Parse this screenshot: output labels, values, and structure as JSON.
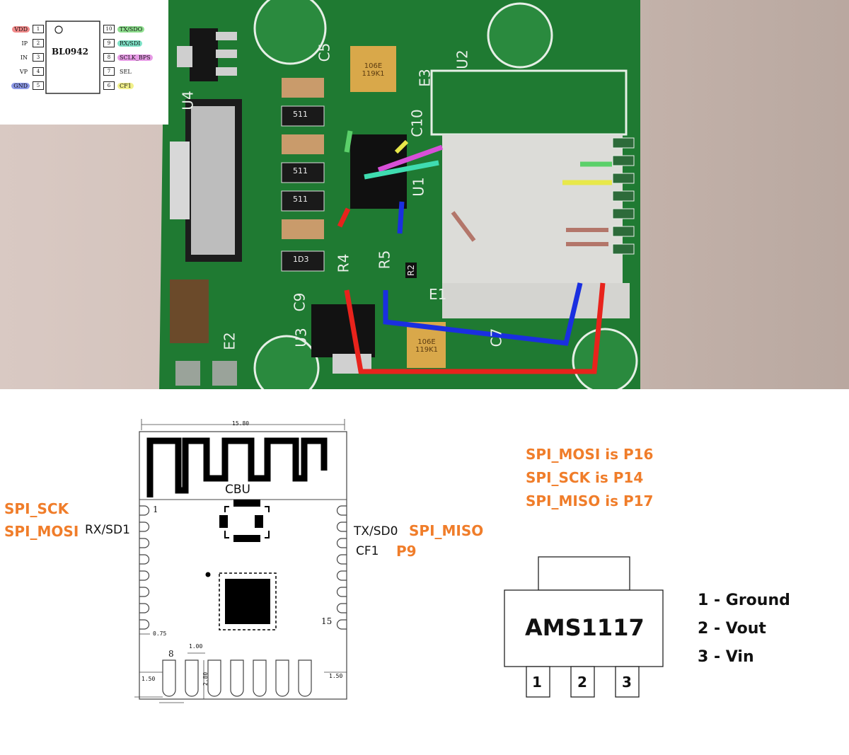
{
  "bl0942": {
    "name": "BL0942",
    "left_pins": [
      {
        "num": "1",
        "label": "VDD",
        "highlight": "#f28b8b"
      },
      {
        "num": "2",
        "label": "IP",
        "highlight": ""
      },
      {
        "num": "3",
        "label": "IN",
        "highlight": ""
      },
      {
        "num": "4",
        "label": "VP",
        "highlight": ""
      },
      {
        "num": "5",
        "label": "GND",
        "highlight": "#8d99e8"
      }
    ],
    "right_pins": [
      {
        "num": "10",
        "label": "TX/SDO",
        "highlight": "#8fe08f"
      },
      {
        "num": "9",
        "label": "RX/SDI",
        "highlight": "#7fe3c8"
      },
      {
        "num": "8",
        "label": "SCLK_BPS",
        "highlight": "#e79be6"
      },
      {
        "num": "7",
        "label": "SEL",
        "highlight": ""
      },
      {
        "num": "6",
        "label": "CF1",
        "highlight": "#f1f08a"
      }
    ]
  },
  "pcb_labels": [
    "C5",
    "U2",
    "E3",
    "C10",
    "U1",
    "R4",
    "R5",
    "R2",
    "C9",
    "U3",
    "E1",
    "C7",
    "E2",
    "U4"
  ],
  "pcb_component_markings": [
    "511",
    "511",
    "511",
    "1D3",
    "R2",
    "106E 119K1",
    "106E 119K1"
  ],
  "module": {
    "width_dim": "15.80",
    "chip_label": "CBU",
    "pin_1": "1",
    "pin_15": "15",
    "pin_8": "8",
    "dim_075": "0.75",
    "dim_100": "1.00",
    "dim_150_left": "1.50",
    "dim_150_right": "1.50",
    "dim_280": "2.80",
    "left_annotations": [
      {
        "text": "SPI_SCK",
        "accent": true
      },
      {
        "text": "SPI_MOSI",
        "accent": true
      },
      {
        "text": "RX/SD1",
        "accent": false
      }
    ],
    "right_annotations": [
      {
        "text": "TX/SD0",
        "accent": false
      },
      {
        "text": "SPI_MISO",
        "accent": true
      },
      {
        "text": "CF1",
        "accent": false
      },
      {
        "text": "P9",
        "accent": true
      }
    ]
  },
  "spi_notes": [
    "SPI_MOSI is P16",
    "SPI_SCK is P14",
    "SPI_MISO is P17"
  ],
  "ams1117": {
    "name": "AMS1117",
    "pins": [
      "1",
      "2",
      "3"
    ],
    "legend": [
      "1 - Ground",
      "2 - Vout",
      "3 - Vin"
    ]
  },
  "colors": {
    "accent": "#f07d2a",
    "pcb_green": "#1f7a32",
    "wire_red": "#e8231c",
    "wire_blue": "#1a2fe0",
    "wire_yellow": "#e8e84a",
    "wire_green": "#5bd06a",
    "wire_magenta": "#d84fd8",
    "wire_cyan": "#3fdcb0"
  }
}
